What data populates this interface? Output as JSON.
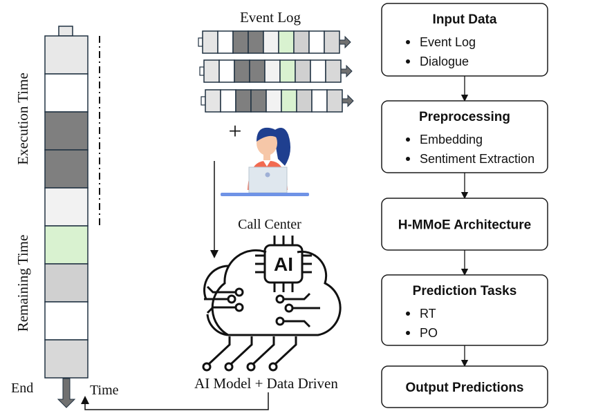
{
  "timeline": {
    "execution_label": "Execution Time",
    "remaining_label": "Remaining Time",
    "end_label": "End",
    "time_label": "Time",
    "segment_colors": [
      "#e8e8e8",
      "#ffffff",
      "#7f7f7f",
      "#7f7f7f",
      "#f2f2f2",
      "#d9f2d0",
      "#d0d0d0",
      "#ffffff",
      "#d8d8d8"
    ]
  },
  "event_log": {
    "title": "Event Log",
    "cell_colors": [
      "#e5e5e5",
      "#ffffff",
      "#7f7f7f",
      "#7f7f7f",
      "#f2f2f2",
      "#d9f2d0",
      "#d0d0d0",
      "#ffffff",
      "#d8d8d8"
    ],
    "plus": "+"
  },
  "call_center": {
    "label": "Call Center",
    "chip_label": "AI"
  },
  "ai_model": {
    "label": "AI Model + Data Driven"
  },
  "pipeline": [
    {
      "title": "Input Data",
      "items": [
        "Event Log",
        "Dialogue"
      ]
    },
    {
      "title": "Preprocessing",
      "items": [
        "Embedding",
        "Sentiment Extraction"
      ]
    },
    {
      "title": "H-MMoE Architecture",
      "items": []
    },
    {
      "title": "Prediction Tasks",
      "items": [
        "RT",
        "PO"
      ]
    },
    {
      "title": "Output Predictions",
      "items": []
    }
  ]
}
